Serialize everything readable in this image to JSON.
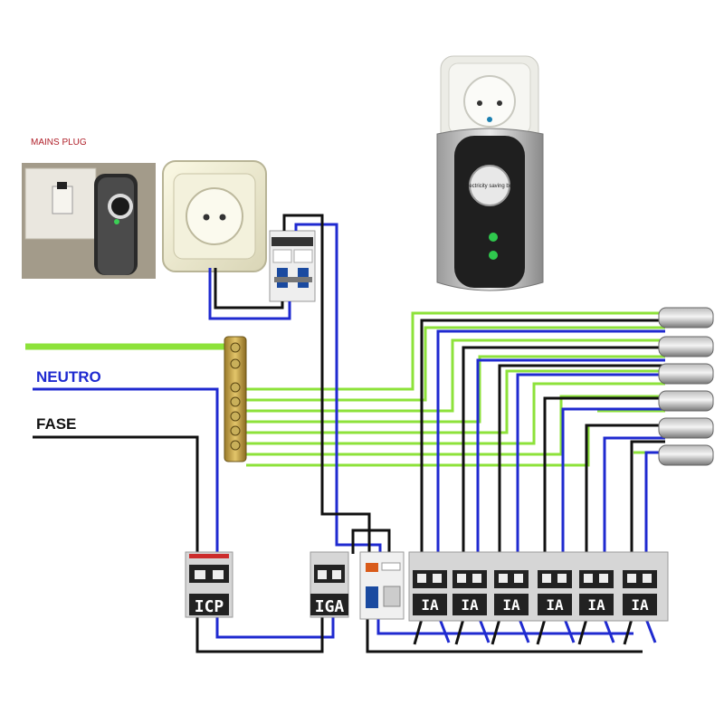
{
  "labels": {
    "mains_plug": "MAINS PLUG",
    "neutro": "NEUTRO",
    "fase": "FASE",
    "icp": "ICP",
    "iga": "IGA",
    "circuit_breaker": "IA",
    "saver_brand": "Electricity saving box"
  },
  "colors": {
    "fase": "#111111",
    "neutro": "#1f2ad0",
    "earth": "#8de23a",
    "neutro_label": "#1f2ad0",
    "fase_label": "#111111",
    "mains_label": "#b0202a"
  },
  "icons": {
    "mains_photo": "wall-switch-with-saver-icon",
    "socket": "wall-socket-icon",
    "mcb": "two-pole-breaker-icon",
    "saver": "power-saver-device-icon",
    "terminal_bar": "earth-terminal-bar-icon",
    "cable_end": "cable-end-icon"
  },
  "circuits": {
    "count": 6
  }
}
